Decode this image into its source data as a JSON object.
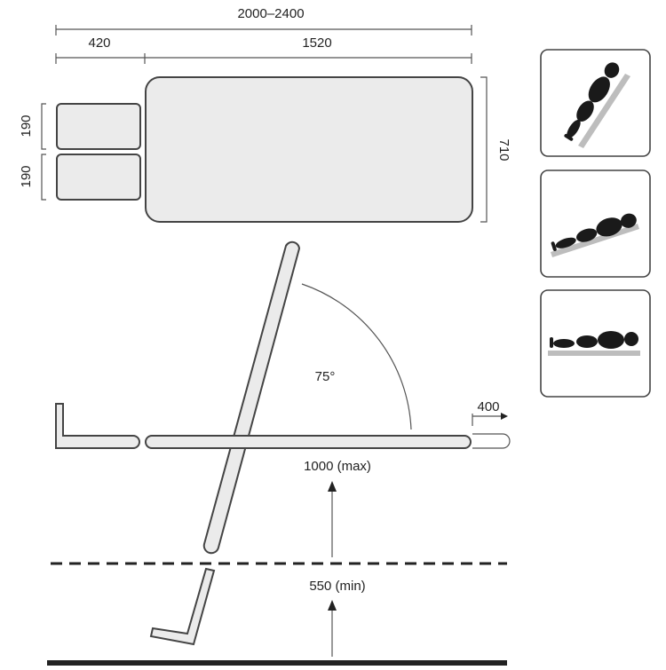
{
  "dimensions": {
    "total_length": "2000–2400",
    "head_section_length": "420",
    "main_section_length": "1520",
    "head_part_upper_width": "190",
    "head_part_lower_width": "190",
    "table_width": "710",
    "tilt_angle": "75°",
    "extension": "400",
    "max_height": "1000 (max)",
    "min_height": "550 (min)"
  },
  "icons": [
    {
      "name": "person-standing-tilted-icon",
      "position": "tilted-steep"
    },
    {
      "name": "person-reclined-icon",
      "position": "tilted-slight"
    },
    {
      "name": "person-lying-flat-icon",
      "position": "flat"
    }
  ],
  "colors": {
    "panel_fill": "#ebebeb",
    "outline": "#444444",
    "floor": "#222222"
  }
}
